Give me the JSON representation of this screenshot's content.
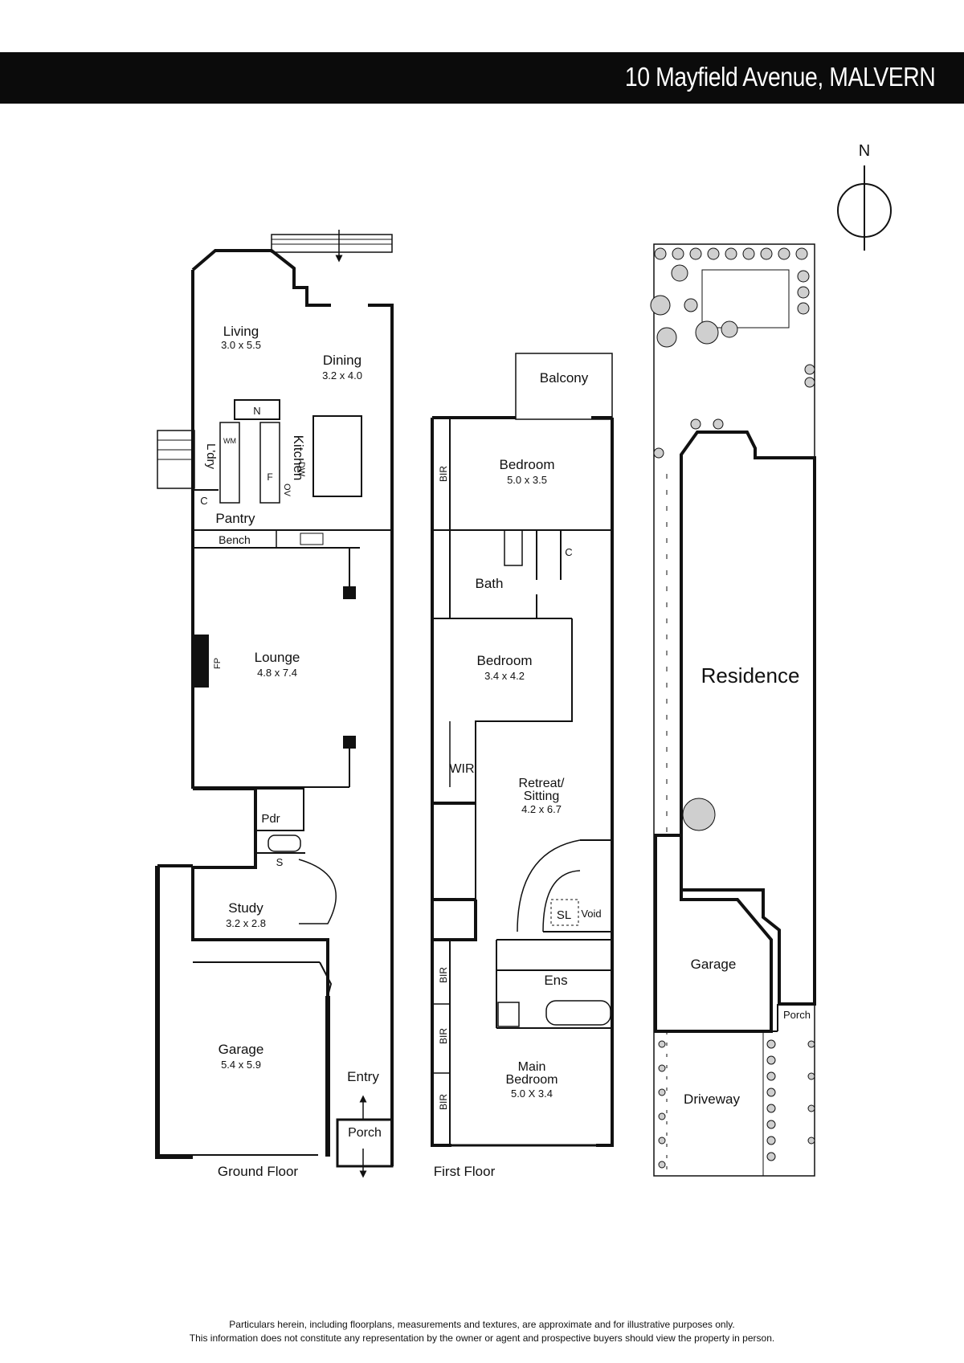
{
  "header": {
    "address": "10 Mayfield Avenue, MALVERN"
  },
  "compass": {
    "north_label": "N"
  },
  "ground_floor": {
    "caption": "Ground Floor",
    "rooms": [
      {
        "name": "Living",
        "size": "3.0 x 5.5"
      },
      {
        "name": "Dining",
        "size": "3.2 x 4.0"
      },
      {
        "name": "Kitchen"
      },
      {
        "name": "L'dry"
      },
      {
        "name": "Pantry"
      },
      {
        "name": "Bench"
      },
      {
        "name": "Lounge",
        "size": "4.8 x 7.4"
      },
      {
        "name": "Pdr"
      },
      {
        "name": "Study",
        "size": "3.2 x 2.8"
      },
      {
        "name": "Garage",
        "size": "5.4 x 5.9"
      },
      {
        "name": "Entry"
      },
      {
        "name": "Porch"
      }
    ],
    "fixtures": {
      "fridge": "F",
      "range": "N",
      "washing_machine": "WM",
      "oven": "OV",
      "dishwasher": "DW",
      "cupboard": "C",
      "fireplace": "FP",
      "storage": "S"
    }
  },
  "first_floor": {
    "caption": "First Floor",
    "rooms": [
      {
        "name": "Balcony"
      },
      {
        "name": "Bedroom",
        "size": "5.0 x 3.5"
      },
      {
        "name": "Bath"
      },
      {
        "name": "Bedroom",
        "size": "3.4 x 4.2"
      },
      {
        "name": "WIR"
      },
      {
        "name": "Retreat/",
        "name2": "Sitting",
        "size": "4.2 x 6.7"
      },
      {
        "name": "Ens"
      },
      {
        "name": "Main",
        "name2": "Bedroom",
        "size": "5.0 X 3.4"
      }
    ],
    "fixtures": {
      "robe": "BIR",
      "cupboard": "C",
      "skylight": "SL",
      "void": "Void"
    }
  },
  "site_plan": {
    "labels": {
      "residence": "Residence",
      "garage": "Garage",
      "porch": "Porch",
      "driveway": "Driveway"
    }
  },
  "disclaimer": {
    "line1": "Particulars herein, including floorplans, measurements and textures, are approximate and for illustrative purposes only.",
    "line2": "This information does not constitute any representation by the owner or agent and prospective buyers should view the property in person."
  }
}
